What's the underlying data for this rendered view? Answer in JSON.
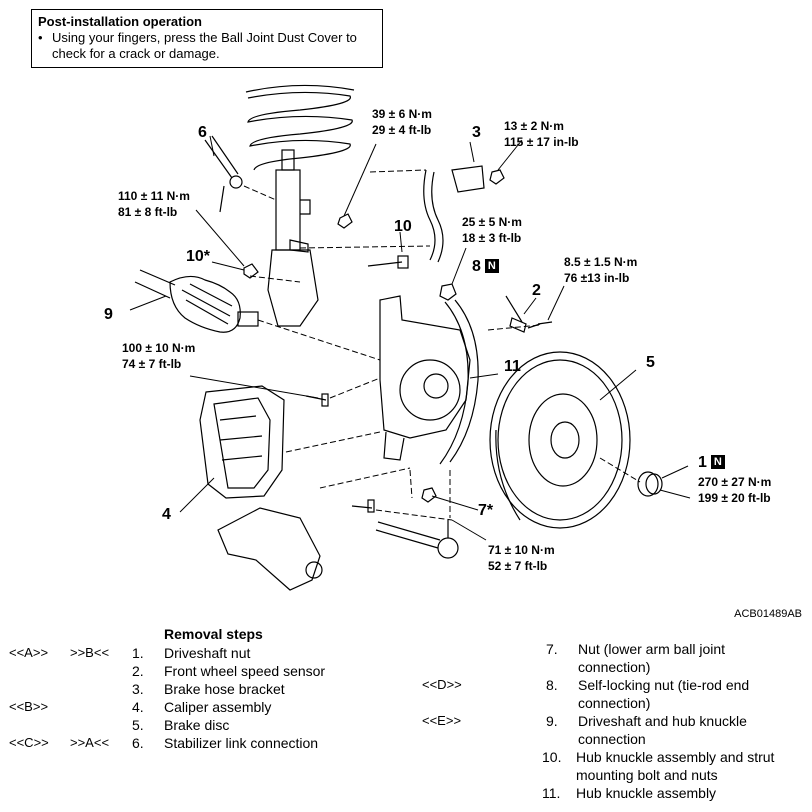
{
  "note": {
    "title": "Post-installation operation",
    "bullet": "•",
    "line1": "Using your fingers, press the Ball Joint Dust Cover to",
    "line2": "check for a crack or damage."
  },
  "torques": {
    "t1a": "39 ± 6 N·m",
    "t1b": "29 ± 4 ft-lb",
    "t2a": "13 ± 2 N·m",
    "t2b": "115 ± 17 in-lb",
    "t3a": "110 ± 11 N·m",
    "t3b": "81 ± 8 ft-lb",
    "t4a": "25 ± 5 N·m",
    "t4b": "18 ± 3 ft-lb",
    "t5a": "8.5 ± 1.5 N·m",
    "t5b": "76 ±13 in-lb",
    "t6a": "100 ± 10 N·m",
    "t6b": "74 ± 7 ft-lb",
    "t7a": "270 ± 27 N·m",
    "t7b": "199 ± 20 ft-lb",
    "t8a": "71 ± 10 N·m",
    "t8b": "52 ± 7 ft-lb"
  },
  "callouts": {
    "c6": "6",
    "c3": "3",
    "c10": "10",
    "c10s": "10*",
    "c8": "8",
    "c2": "2",
    "c9": "9",
    "c11": "11",
    "c5": "5",
    "c1": "1",
    "c4": "4",
    "c7s": "7*",
    "n_label": "N"
  },
  "figure_code": "ACB01489AB",
  "removal": {
    "title": "Removal steps",
    "left": [
      {
        "op1": "<<A>>",
        "op2": ">>B<<",
        "num": "1.",
        "text": "Driveshaft nut"
      },
      {
        "op1": "",
        "op2": "",
        "num": "2.",
        "text": "Front wheel speed sensor"
      },
      {
        "op1": "",
        "op2": "",
        "num": "3.",
        "text": "Brake hose bracket"
      },
      {
        "op1": "<<B>>",
        "op2": "",
        "num": "4.",
        "text": "Caliper assembly"
      },
      {
        "op1": "",
        "op2": "",
        "num": "5.",
        "text": "Brake disc"
      },
      {
        "op1": "<<C>>",
        "op2": ">>A<<",
        "num": "6.",
        "text": "Stabilizer link connection"
      }
    ],
    "right": [
      {
        "op": "",
        "num": "7.",
        "line1": "Nut (lower arm ball joint",
        "line2": "connection)"
      },
      {
        "op": "<<D>>",
        "num": "8.",
        "line1": "Self-locking nut (tie-rod end",
        "line2": "connection)"
      },
      {
        "op": "<<E>>",
        "num": "9.",
        "line1": "Driveshaft and hub knuckle",
        "line2": "connection"
      },
      {
        "op": "",
        "num": "10.",
        "line1": "Hub knuckle assembly and strut",
        "line2": "mounting bolt and nuts"
      },
      {
        "op": "",
        "num": "11.",
        "line1": "Hub knuckle assembly",
        "line2": ""
      }
    ]
  }
}
